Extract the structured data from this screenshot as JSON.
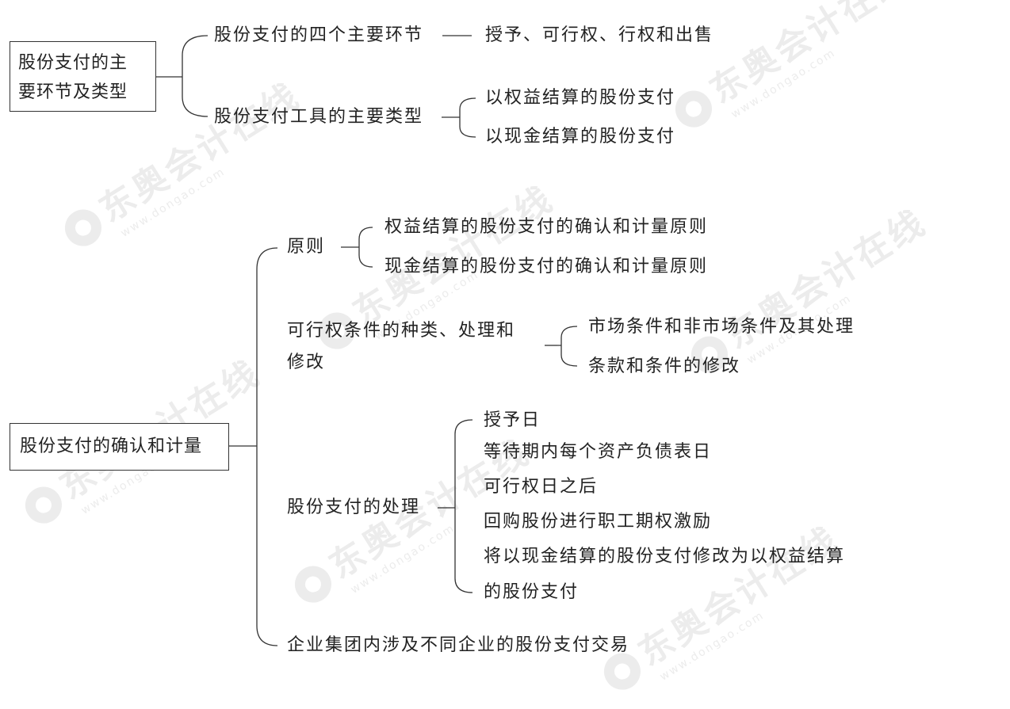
{
  "watermark": {
    "brand": "东奥会计在线",
    "url": "www.dongao.com"
  },
  "section1": {
    "root": "股份支付的主要环节及类型",
    "root_lines": [
      "股份支付的主",
      "要环节及类型"
    ],
    "branch_links": "股份支付的四个主要环节",
    "branch_links_detail": "授予、可行权、行权和出售",
    "branch_types": "股份支付工具的主要类型",
    "types": [
      "以权益结算的股份支付",
      "以现金结算的股份支付"
    ]
  },
  "section2": {
    "root": "股份支付的确认和计量",
    "principle": {
      "label": "原则",
      "items": [
        "权益结算的股份支付的确认和计量原则",
        "现金结算的股份支付的确认和计量原则"
      ]
    },
    "vesting": {
      "label_lines": [
        "可行权条件的种类、处理和",
        "修改"
      ],
      "items": [
        "市场条件和非市场条件及其处理",
        "条款和条件的修改"
      ]
    },
    "processing": {
      "label": "股份支付的处理",
      "items": [
        "授予日",
        "等待期内每个资产负债表日",
        "可行权日之后",
        "回购股份进行职工期权激励",
        "将以现金结算的股份支付修改为以权益结算",
        "的股份支付"
      ]
    },
    "group": {
      "label": "企业集团内涉及不同企业的股份支付交易"
    }
  }
}
